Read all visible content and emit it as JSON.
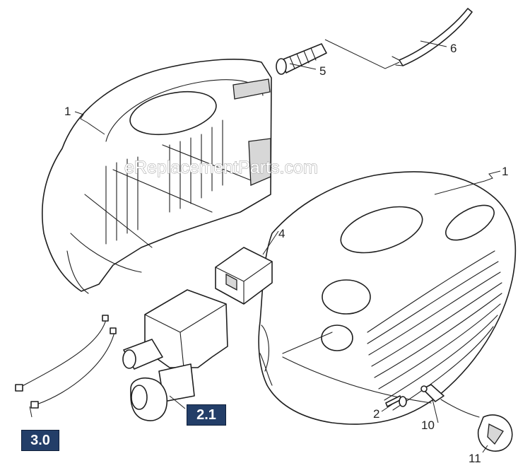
{
  "watermark": "eReplacementParts.com",
  "callouts": [
    {
      "id": "housing-left",
      "label": "1"
    },
    {
      "id": "housing-right",
      "label": "1"
    },
    {
      "id": "screw",
      "label": "2"
    },
    {
      "id": "bracket",
      "label": "4"
    },
    {
      "id": "grommet",
      "label": "5"
    },
    {
      "id": "cable",
      "label": "6"
    },
    {
      "id": "sensor",
      "label": "10"
    },
    {
      "id": "knob",
      "label": "11"
    }
  ],
  "group_tags": [
    {
      "id": "pump-assembly",
      "label": "2.1"
    },
    {
      "id": "wire-harness",
      "label": "3.0"
    }
  ],
  "colors": {
    "tag_background": "#233e68",
    "tag_text": "#ffffff",
    "line": "#1f1f1f"
  }
}
